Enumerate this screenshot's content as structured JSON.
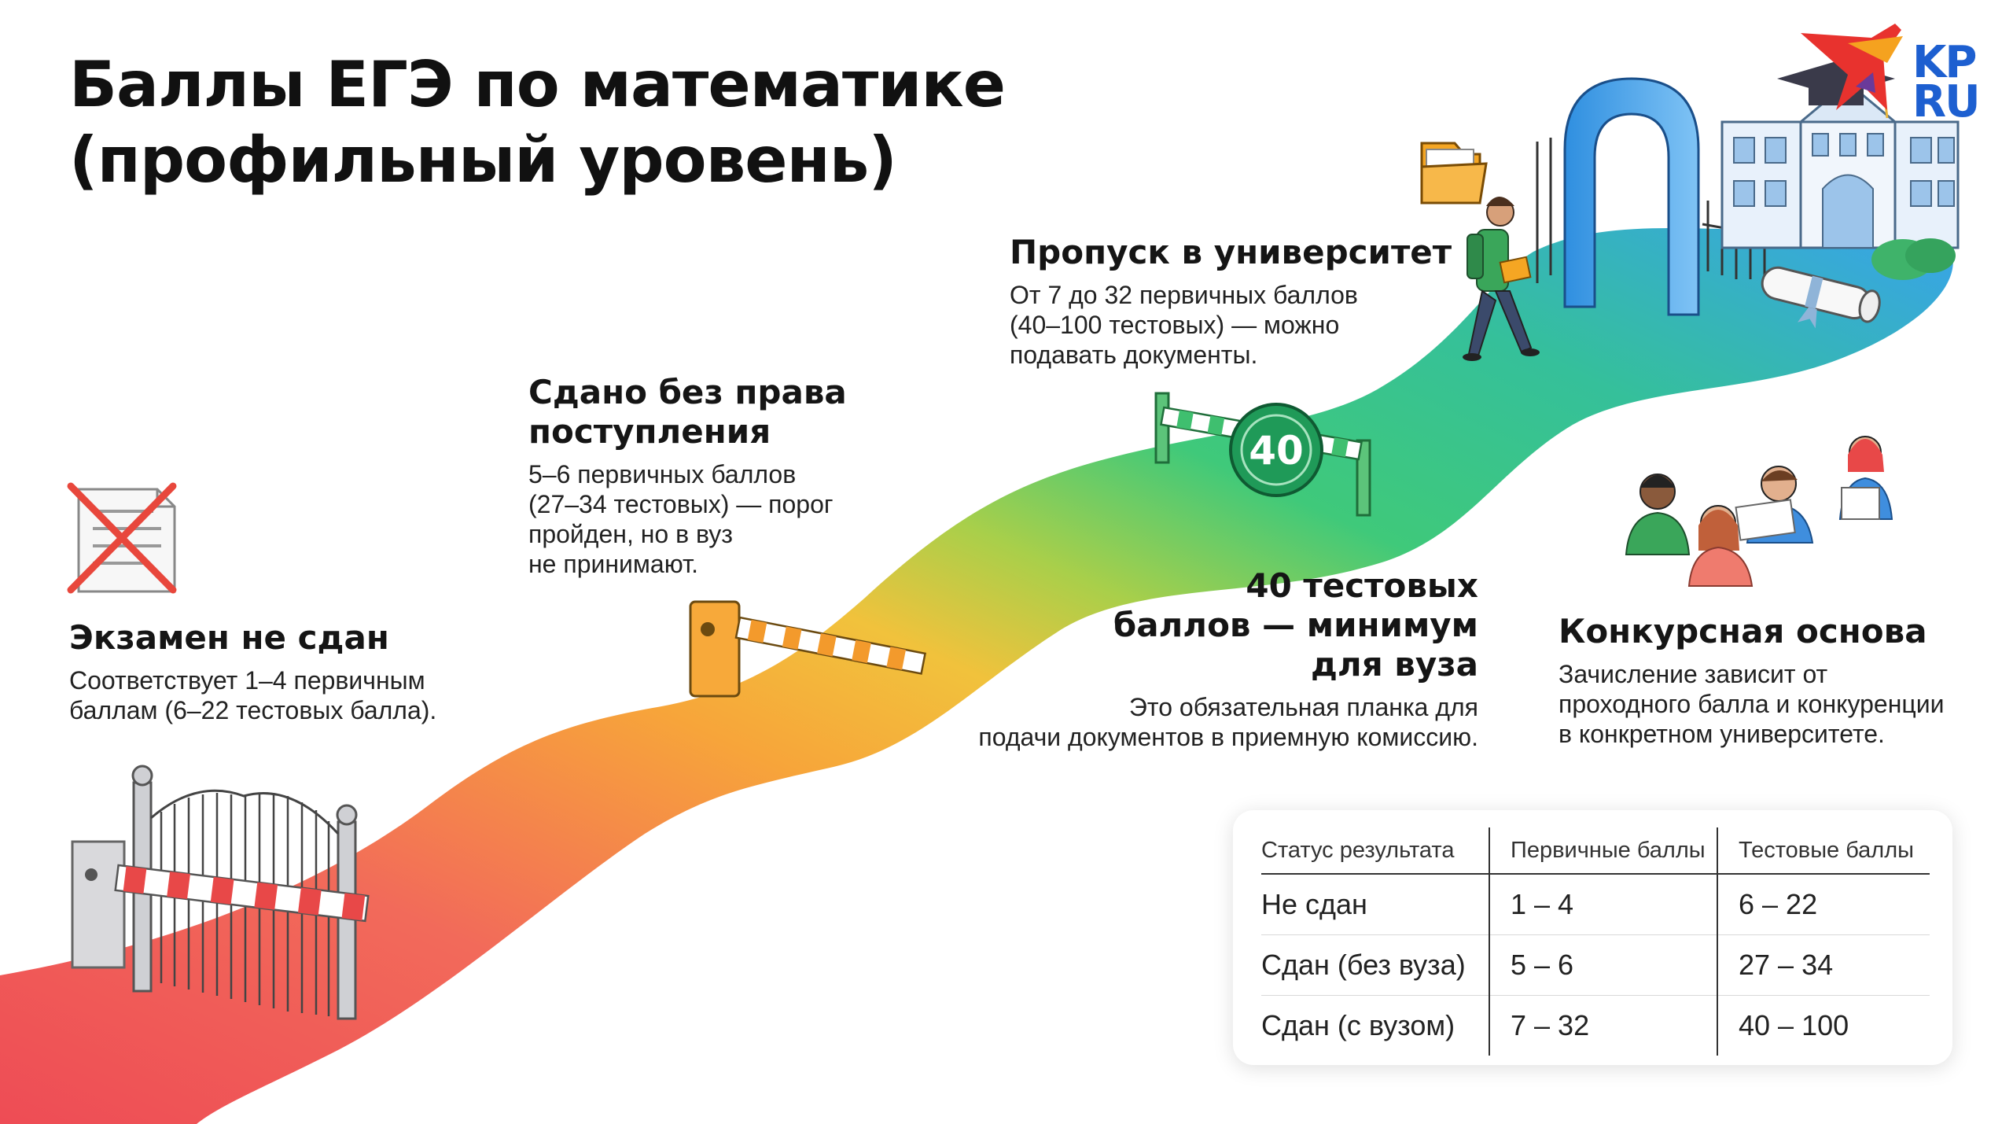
{
  "title": {
    "line1": "Баллы ЕГЭ по математике",
    "line2": "(профильный уровень)"
  },
  "logo": {
    "line1": "KP",
    "line2": "RU"
  },
  "gauge_badge": "40",
  "blocks": {
    "failed": {
      "heading": "Экзамен не сдан",
      "text_lines": [
        "Соответствует 1–4 первичным",
        "баллам (6–22 тестовых балла)."
      ]
    },
    "passed_no_uni": {
      "heading_lines": [
        "Сдано без права",
        "поступления"
      ],
      "text_lines": [
        "5–6 первичных баллов",
        "(27–34 тестовых) — порог",
        "пройден, но в вуз",
        "не принимают."
      ]
    },
    "uni_pass": {
      "heading": "Пропуск в университет",
      "text_lines": [
        "От 7 до 32 первичных баллов",
        "(40–100 тестовых) — можно",
        "подавать документы."
      ]
    },
    "minimum": {
      "heading_lines": [
        "40 тестовых",
        "баллов — минимум",
        "для вуза"
      ],
      "text_lines": [
        "Это обязательная планка для",
        "подачи документов в приемную комиссию."
      ]
    },
    "competition": {
      "heading": "Конкурсная основа",
      "text_lines": [
        "Зачисление зависит от",
        "проходного балла и конкуренции",
        "в конкретном университете."
      ]
    }
  },
  "table": {
    "headers": [
      "Статус результата",
      "Первичные баллы",
      "Тестовые баллы"
    ],
    "rows": [
      [
        "Не сдан",
        "1 – 4",
        "6 – 22"
      ],
      [
        "Сдан (без вуза)",
        "5 – 6",
        "27 – 34"
      ],
      [
        "Сдан (с вузом)",
        "7 – 32",
        "40 – 100"
      ]
    ]
  },
  "colors": {
    "path_red": "#f05a5a",
    "path_orange": "#f8a83a",
    "path_yellow": "#e8d040",
    "path_green": "#3cc878",
    "path_blue": "#3aa6e8",
    "badge_green": "#1f9a58",
    "logo_blue": "#1d5fd0",
    "logo_red": "#e8322e"
  },
  "icons": [
    "cancelled-document-icon",
    "closed-gate-icon",
    "barrier-icon",
    "score-gauge-icon",
    "student-icon",
    "folder-icon",
    "university-arch-icon",
    "university-building-icon",
    "diploma-icon",
    "students-group-icon",
    "kp-logo-icon"
  ]
}
